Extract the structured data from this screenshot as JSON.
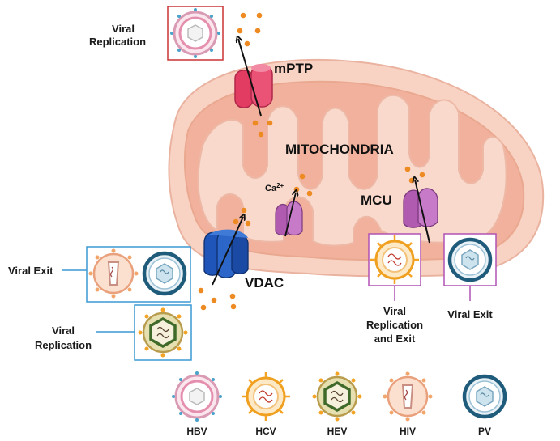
{
  "labels": {
    "mptp": "mPTP",
    "mitochondria": "MITOCHONDRIA",
    "calcium_base": "Ca",
    "calcium_charge": "2+",
    "mcu": "MCU",
    "vdac": "VDAC"
  },
  "annotations": {
    "top_left_line1": "Viral",
    "top_left_line2": "Replication",
    "left_exit": "Viral Exit",
    "left_rep_line1": "Viral",
    "left_rep_line2": "Replication",
    "right_rep_line1": "Viral",
    "right_rep_line2": "Replication",
    "right_rep_line3": "and Exit",
    "right_exit": "Viral Exit"
  },
  "legend": {
    "items": [
      {
        "label": "HBV",
        "virus": "hbv-virus-icon"
      },
      {
        "label": "HCV",
        "virus": "hcv-virus-icon"
      },
      {
        "label": "HEV",
        "virus": "hev-virus-icon"
      },
      {
        "label": "HIV",
        "virus": "hiv-virus-icon"
      },
      {
        "label": "PV",
        "virus": "pv-virus-icon"
      }
    ]
  },
  "colors": {
    "mito_outer": "#f8d3c4",
    "mito_inner": "#f4b6a2",
    "mptp": "#e23c63",
    "vdac": "#1f55b8",
    "mcu": "#b05ab0",
    "calcium": "#ee8a22",
    "box_red": "#cc3333",
    "box_blue": "#3a9ad4",
    "box_magenta": "#b052b4"
  }
}
